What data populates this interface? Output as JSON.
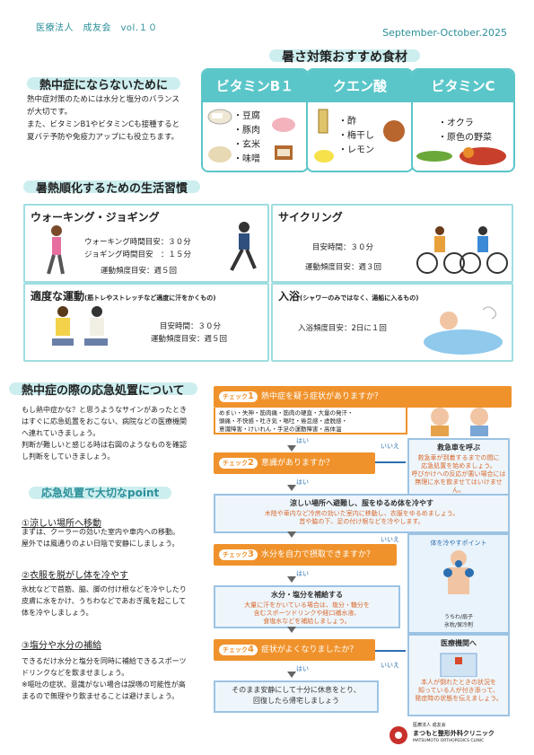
{
  "header": {
    "org": "医療法人　成友会　vol.１０",
    "date": "September-October.2025"
  },
  "intro": {
    "title": "熱中症にならないために",
    "body": [
      "熱中症対策のためには水分と塩分のバランス",
      "が大切です。",
      "また、ビタミンB1やビタミンCも接種すると",
      "夏バテ予防や免疫力アップにも役立ちます。"
    ]
  },
  "foods": {
    "title": "暑さ対策おすすめ食材",
    "vitamins": [
      {
        "name": "ビタミンB１",
        "items": [
          "・豆腐",
          "・豚肉",
          "・玄米",
          "・味噌"
        ]
      },
      {
        "name": "クエン酸",
        "items": [
          "・酢",
          "・梅干し",
          "・レモン"
        ]
      },
      {
        "name": "ビタミンC",
        "items": [
          "・オクラ",
          "・原色の野菜"
        ]
      }
    ]
  },
  "habits": {
    "title": "暑熱順化するための生活習慣",
    "walking": {
      "title": "ウォーキング・ジョギング",
      "l1": "ウォーキング時間目安：３０分",
      "l2": "ジョギング時間目安　：１５分",
      "l3": "運動頻度目安：週５回"
    },
    "cycling": {
      "title": "サイクリング",
      "l1": "目安時間：３０分",
      "l2": "運動頻度目安：週３回"
    },
    "exercise": {
      "title": "適度な運動",
      "sub": "(筋トレやストレッチなど適度に汗をかくもの)",
      "l1": "目安時間：３０分",
      "l2": "運動頻度目安：週５回"
    },
    "bath": {
      "title": "入浴",
      "sub": "(シャワーのみではなく、湯船に入るもの)",
      "l1": "入浴頻度目安：2日に１回"
    }
  },
  "emergency": {
    "title": "熱中症の際の応急処置について",
    "body": [
      "もし熱中症かな？と思うようなサインがあったとき",
      "はすぐに応急処置をおこない、病院などの医療機関",
      "へ連れていきましょう。",
      "判断が難しいと感じる時は右図のようなものを確認",
      "し判断をしていきましょう。"
    ],
    "point_title": "応急処置で大切なpoint",
    "points": [
      {
        "h": "①涼しい場所へ移動",
        "b": [
          "まずは、クーラーの効いた室内や車内への移動。",
          "屋外では風通りのよい日陰で安静にしましょう。"
        ]
      },
      {
        "h": "②衣服を脱がし体を冷やす",
        "b": [
          "氷枕などで首筋、脇、脚の付け根などを冷やしたり",
          "皮膚に水をかけ、うちわなどであおぎ風を起こして",
          "体を冷やしましょう。"
        ]
      },
      {
        "h": "③塩分や水分の補給",
        "b": [
          "できるだけ水分と塩分を同時に補給できるスポーツ",
          "ドリンクなどを飲ませましょう。",
          "※嘔吐の症状、意識がない場合は誤嚥の可能性が高",
          "まるので無理やり飲ませることは避けましょう。"
        ]
      }
    ]
  },
  "flow": {
    "check_label": "チェック",
    "checks": [
      {
        "n": "1",
        "q": "熱中症を疑う症状がありますか？"
      },
      {
        "n": "2",
        "q": "意識がありますか？"
      },
      {
        "n": "3",
        "q": "水分を自力で摂取できますか？"
      },
      {
        "n": "4",
        "q": "症状がよくなりましたか？"
      }
    ],
    "symptoms": [
      "めまい・失神・筋肉痛・筋肉の硬直・大量の発汗・",
      "頭痛・不快感・吐き気・嘔吐・倦怠感・虚脱感・",
      "意識障害・けいれん・手足の運動障害・高体温"
    ],
    "yes": "はい",
    "no": "いいえ",
    "ambulance": {
      "title": "救急車を呼ぶ",
      "body": [
        "救急車が到着するまでの間に",
        "応急処置を始めましょう。",
        "呼びかけへの反応が悪い場合には",
        "無理に水を飲ませてはいけません。"
      ]
    },
    "cool": {
      "title": "涼しい場所へ避難し、服をゆるめ体を冷やす",
      "body": [
        "木陰や車内など冷房の効いた室内に移動し、衣服をゆるめましょう。",
        "首や脇の下、足の付け根などを冷やします。"
      ]
    },
    "cooling_point": "体を冷やすポイント",
    "cooling_items": [
      "うちわ/扇子",
      "氷枕/保冷剤"
    ],
    "water": {
      "title": "水分・塩分を補給する",
      "body": [
        "大量に汗をかいている場合は、塩分・糖分を",
        "含むスポーツドリンクや経口補水液、",
        "食塩水などを補給しましょう。"
      ]
    },
    "hospital": {
      "title": "医療機関へ",
      "body": [
        "本人が倒れたときの状況を",
        "知っている人が付き添って、",
        "発症時の状態を伝えましょう。"
      ]
    },
    "rest": [
      "そのまま安静にして十分に休息をとり、",
      "回復したら帰宅しましょう"
    ]
  },
  "clinic": {
    "sub": "医療法人 成友会",
    "name": "まつもと整形外科クリニック",
    "en": "MATSUMOTO ORTHOPEDICS CLINIC"
  }
}
